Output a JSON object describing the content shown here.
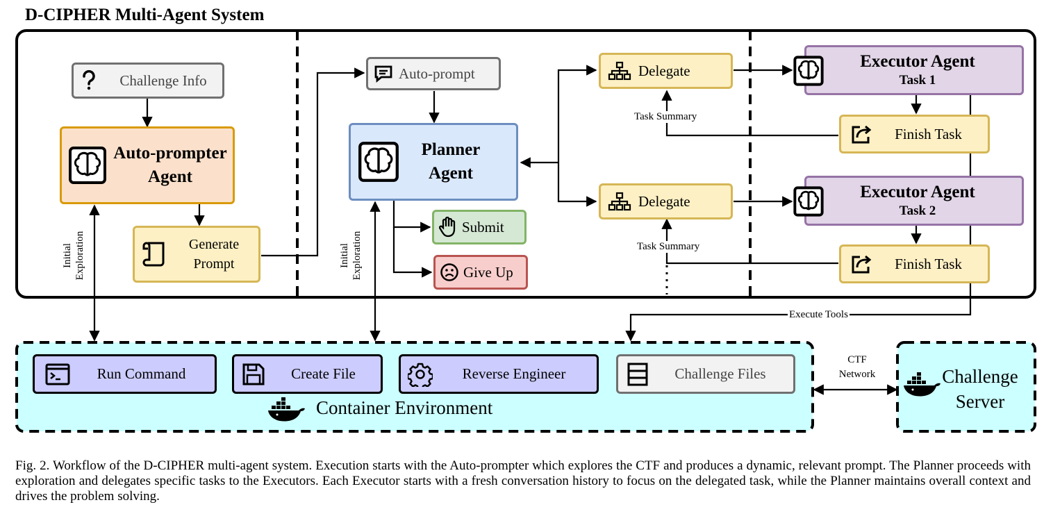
{
  "title": "D-CIPHER Multi-Agent System",
  "nodes": {
    "challenge_info": "Challenge Info",
    "auto_prompter": "Auto-prompter Agent",
    "generate_prompt": "Generate Prompt",
    "auto_prompt": "Auto-prompt",
    "planner": "Planner Agent",
    "submit": "Submit",
    "give_up": "Give Up",
    "delegate_1": "Delegate",
    "delegate_2": "Delegate",
    "executor_1": {
      "name": "Executor Agent",
      "task": "Task 1"
    },
    "executor_2": {
      "name": "Executor Agent",
      "task": "Task 2"
    },
    "finish_task_1": "Finish Task",
    "finish_task_2": "Finish Task"
  },
  "edge_labels": {
    "task_summary_1": "Task Summary",
    "task_summary_2": "Task Summary",
    "initial_exploration_1": [
      "Initial",
      "Exploration"
    ],
    "initial_exploration_2": [
      "Initial",
      "Exploration"
    ],
    "execute_tools": "Execute Tools",
    "ctf_network": [
      "CTF",
      "Network"
    ]
  },
  "container": {
    "label": "Container Environment",
    "tools": [
      "Run Command",
      "Create File",
      "Reverse Engineer",
      "Challenge Files"
    ]
  },
  "server": "Challenge Server",
  "caption": "Fig. 2.  Workflow of the D-CIPHER multi-agent system. Execution starts with the Auto-prompter which explores the CTF and produces a dynamic, relevant prompt. The Planner proceeds with exploration and delegates specific tasks to the Executors. Each Executor starts with a fresh conversation history to focus on the delegated task, while the Planner maintains overall context and drives the problem solving.",
  "colors": {
    "gray_fill": "#f2f2f2",
    "gray_border": "#707070",
    "orange_fill": "#fbe1cb",
    "orange_border": "#d99a06",
    "yellow_fill": "#fdf0c4",
    "yellow_border": "#d6b656",
    "blue_fill": "#dae8fc",
    "blue_border": "#6c8ebf",
    "green_fill": "#d5e8d4",
    "green_border": "#82b366",
    "red_fill": "#f8cecc",
    "red_border": "#b85450",
    "purple_fill": "#e1d5e7",
    "purple_border": "#9673a6",
    "cyan_fill": "#ccffff",
    "tool_fill": "#ccccff"
  },
  "icons": {
    "challenge_info": "question-icon",
    "agent": "brain-icon",
    "generate_prompt": "scroll-icon",
    "auto_prompt": "chat-icon",
    "delegate": "hierarchy-icon",
    "finish_task": "share-icon",
    "submit": "hand-icon",
    "give_up": "sad-face-icon",
    "run_command": "terminal-icon",
    "create_file": "floppy-icon",
    "reverse_engineer": "gear-icon",
    "challenge_files": "drawer-icon",
    "container": "docker-icon"
  }
}
